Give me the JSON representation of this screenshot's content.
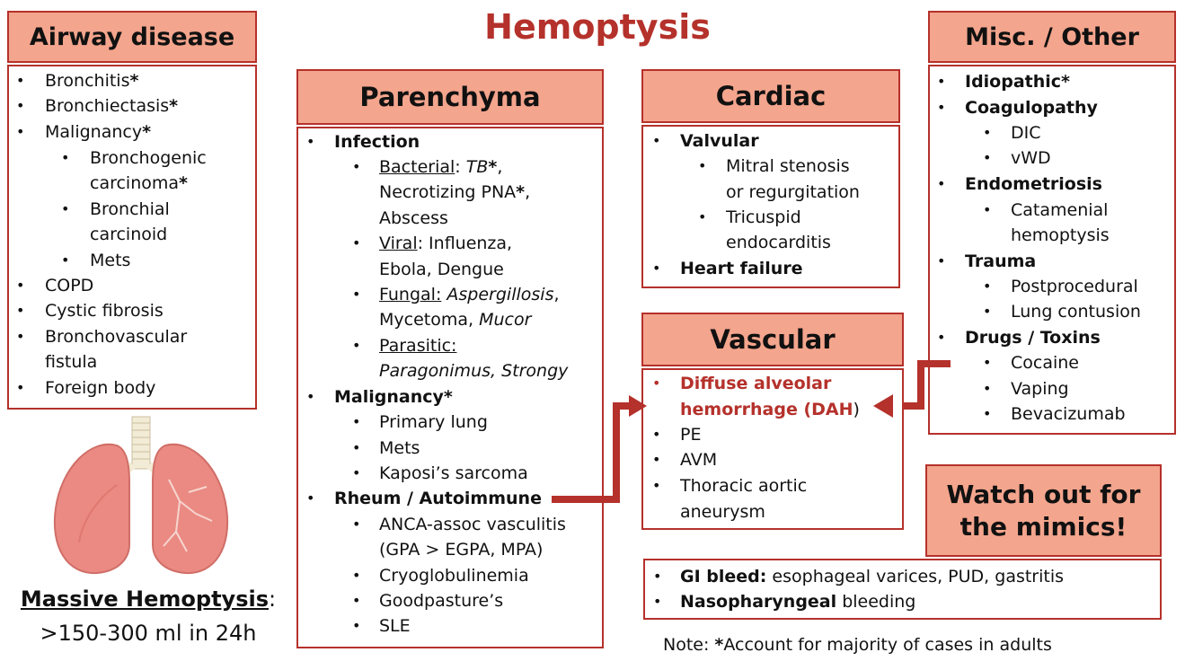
{
  "title": "Hemoptysis",
  "airway": {
    "header": "Airway disease",
    "items": [
      "Bronchitis",
      "Bronchiectasis",
      "Malignancy",
      "Bronchogenic",
      "carcinoma",
      "Bronchial",
      "carcinoid",
      "Mets",
      "COPD",
      "Cystic fibrosis",
      "Bronchovascular",
      "fistula",
      "Foreign body"
    ]
  },
  "parenchyma": {
    "header": "Parenchyma",
    "infection": "Infection",
    "bacterial_label": "Bacterial",
    "bacterial_tb": "TB",
    "bacterial_line2": "Necrotizing PNA",
    "bacterial_line3": "Abscess",
    "viral_label": "Viral",
    "viral_line1": "Influenza,",
    "viral_line2": "Ebola, Dengue",
    "fungal_label": "Fungal:",
    "fungal_line1": "Aspergillosis",
    "fungal_line2a": "Mycetoma, ",
    "fungal_line2b": "Mucor",
    "parasitic_label": "Parasitic:",
    "parasitic_line": "Paragonimus, Strongy",
    "malignancy": "Malignancy",
    "malignancy_items": [
      "Primary lung",
      "Mets",
      "Kaposi’s sarcoma"
    ],
    "rheum": "Rheum / Autoimmune",
    "rheum_items": [
      "ANCA-assoc vasculitis",
      "(GPA > EGPA, MPA)",
      "Cryoglobulinemia",
      "Goodpasture’s",
      "SLE"
    ]
  },
  "cardiac": {
    "header": "Cardiac",
    "valvular": "Valvular",
    "items": [
      "Mitral stenosis",
      "or regurgitation",
      "Tricuspid",
      "endocarditis"
    ],
    "heart_failure": "Heart failure"
  },
  "vascular": {
    "header": "Vascular",
    "dah1": "Diffuse alveolar",
    "dah2": "hemorrhage (DAH",
    "dah_paren": ")",
    "items": [
      "PE",
      "AVM",
      "Thoracic aortic",
      "aneurysm"
    ]
  },
  "misc": {
    "header": "Misc. / Other",
    "idiopathic": "Idiopathic",
    "coagulopathy": "Coagulopathy",
    "coag_items": [
      "DIC",
      "vWD"
    ],
    "endometriosis": "Endometriosis",
    "endo_items": [
      "Catamenial",
      "hemoptysis"
    ],
    "trauma": "Trauma",
    "trauma_items": [
      "Postprocedural",
      "Lung contusion"
    ],
    "drugs": "Drugs / Toxins",
    "drug_items": [
      "Cocaine",
      "Vaping",
      "Bevacizumab"
    ]
  },
  "mimics": {
    "header_line1": "Watch out for",
    "header_line2": "the mimics!",
    "gi_label": "GI bleed:",
    "gi_text": "esophageal varices, PUD, gastritis",
    "naso_label": "Nasopharyngeal",
    "naso_text": "bleeding"
  },
  "massive": {
    "label": "Massive Hemoptysis",
    "colon": ":",
    "value": ">150-300 ml in 24h"
  },
  "note": {
    "prefix": "Note: ",
    "star": "*",
    "text": "Account for majority of cases in adults"
  },
  "star": "*",
  "bullet": "•",
  "colors": {
    "accent": "#b5312b",
    "header_fill": "#f4a58d"
  }
}
